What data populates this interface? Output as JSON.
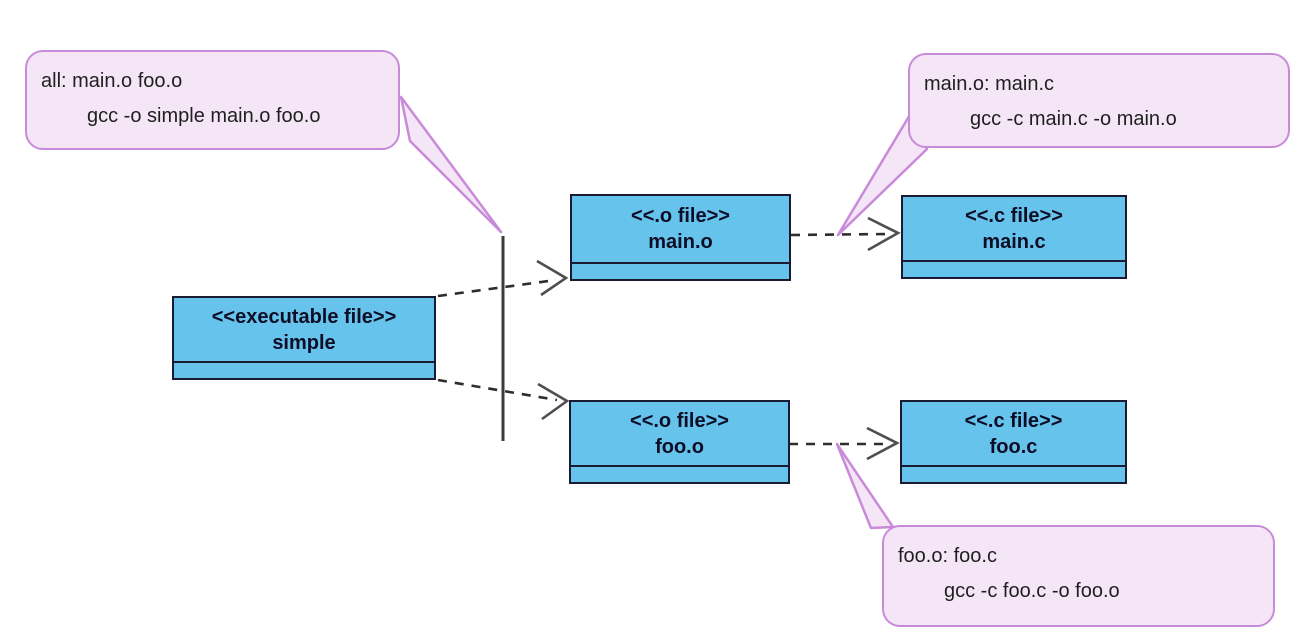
{
  "notes": {
    "all": {
      "rule": "all: main.o foo.o",
      "command": "gcc -o simple main.o foo.o"
    },
    "main_o": {
      "rule": "main.o: main.c",
      "command": "gcc -c main.c -o main.o"
    },
    "foo_o": {
      "rule": "foo.o: foo.c",
      "command": "gcc -c foo.c -o foo.o"
    }
  },
  "nodes": {
    "simple": {
      "stereotype": "<<executable file>>",
      "name": "simple"
    },
    "main_o": {
      "stereotype": "<<.o file>>",
      "name": "main.o"
    },
    "main_c": {
      "stereotype": "<<.c file>>",
      "name": "main.c"
    },
    "foo_o": {
      "stereotype": "<<.o file>>",
      "name": "foo.o"
    },
    "foo_c": {
      "stereotype": "<<.c file>>",
      "name": "foo.c"
    }
  },
  "colors": {
    "node_fill": "#66c3ec",
    "node_border": "#1a1a33",
    "note_fill": "#f5e6f7",
    "note_border": "#c98bd9",
    "connector": "#2e2e2e",
    "arrowhead": "#4f4f4f",
    "background": "#ffffff"
  }
}
